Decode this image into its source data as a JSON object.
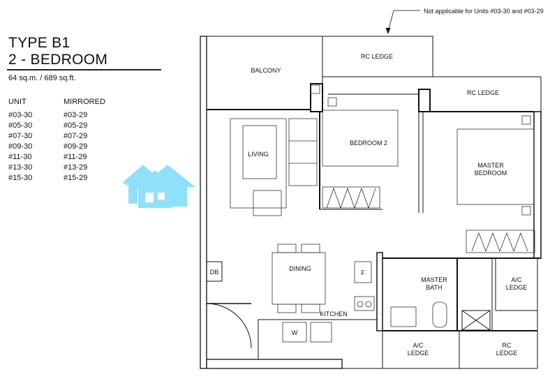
{
  "header": {
    "type": "TYPE B1",
    "bedrooms": "2 - BEDROOM",
    "area": "64 sq.m. / 689 sq.ft."
  },
  "units": {
    "unit_header": "UNIT",
    "mirrored_header": "MIRRORED",
    "unit_list": [
      "#03-30",
      "#05-30",
      "#07-30",
      "#09-30",
      "#11-30",
      "#13-30",
      "#15-30"
    ],
    "mirrored_list": [
      "#03-29",
      "#05-29",
      "#07-29",
      "#09-29",
      "#11-29",
      "#13-29",
      "#15-29"
    ]
  },
  "note": "Not applicable for Units #03-30 and  #03-29",
  "rooms": {
    "balcony": "BALCONY",
    "rc_ledge_top": "RC LEDGE",
    "rc_ledge_right": "RC LEDGE",
    "living": "LIVING",
    "bedroom2": "BEDROOM 2",
    "master_bedroom_1": "MASTER",
    "master_bedroom_2": "BEDROOM",
    "dining": "DINING",
    "db": "DB",
    "fridge": "F",
    "kitchen": "KITCHEN",
    "washer": "W",
    "master_bath_1": "MASTER",
    "master_bath_2": "BATH",
    "ac_ledge_right_1": "A/C",
    "ac_ledge_right_2": "LEDGE",
    "ac_ledge_bottom_1": "A/C",
    "ac_ledge_bottom_2": "LEDGE",
    "rc_ledge_bottom_1": "RC",
    "rc_ledge_bottom_2": "LEDGE"
  },
  "colors": {
    "watermark": "#8fe0fb",
    "wall": "#111111"
  }
}
